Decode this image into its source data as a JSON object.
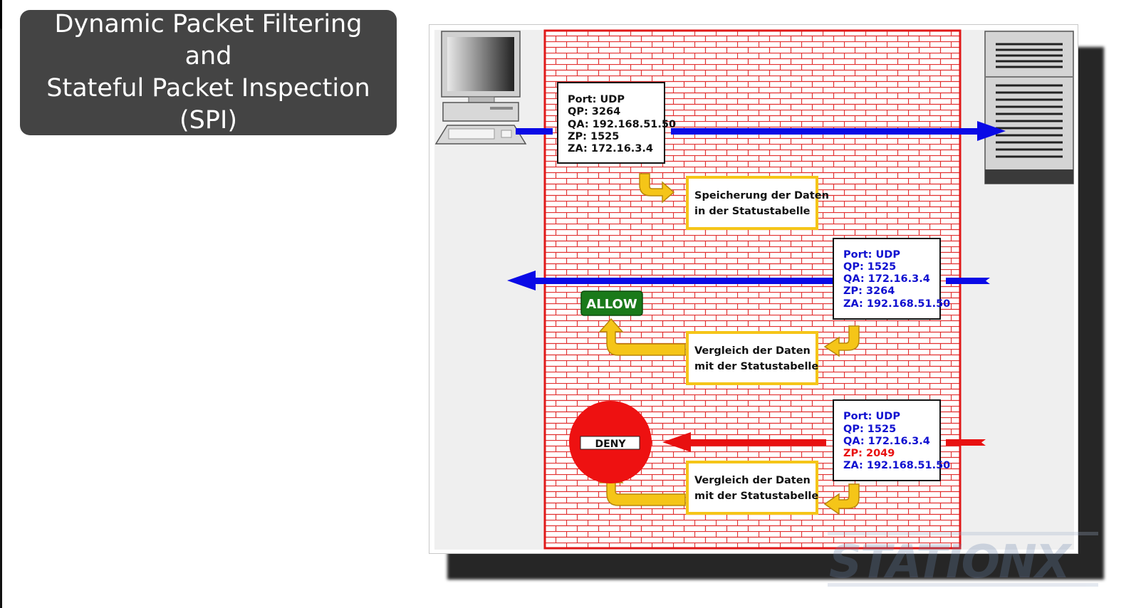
{
  "title": {
    "line1": "Dynamic Packet Filtering",
    "line2": "and",
    "line3": "Stateful Packet Inspection (SPI)"
  },
  "packet_out": {
    "port": "Port: UDP",
    "qp": "QP: 3264",
    "qa": "QA: 192.168.51.50",
    "zp": "ZP: 1525",
    "za": "ZA: 172.16.3.4"
  },
  "save_step": {
    "line1": "Speicherung der Daten",
    "line2": "in der Statustabelle"
  },
  "packet_return": {
    "port": "Port: UDP",
    "qp": "QP: 1525",
    "qa": "QA: 172.16.3.4",
    "zp": "ZP: 3264",
    "za": "ZA: 192.168.51.50"
  },
  "compare_step_1": {
    "line1": "Vergleich der Daten",
    "line2": "mit der Statustabelle"
  },
  "allow_label": "ALLOW",
  "packet_bad": {
    "port": "Port: UDP",
    "qp": "QP: 1525",
    "qa": "QA: 172.16.3.4",
    "zp": "ZP: 2049",
    "za": "ZA: 192.168.51.50"
  },
  "compare_step_2": {
    "line1": "Vergleich der Daten",
    "line2": "mit der Statustabelle"
  },
  "deny_label": "DENY",
  "watermark": "STATIONX",
  "colors": {
    "title_bg": "#444444",
    "firewall": "#e02020",
    "arrow_blue": "#0a0ae6",
    "arrow_red": "#e81010",
    "arrow_yellow": "#f5c518",
    "allow_green": "#1a7a1a",
    "deny_red": "#ee1111"
  }
}
